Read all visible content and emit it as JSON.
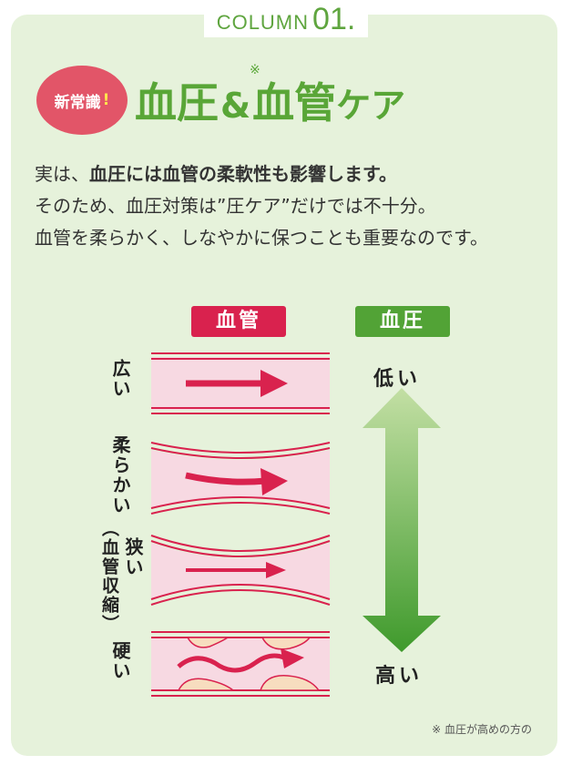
{
  "header": {
    "label": "COLUMN",
    "number": "01."
  },
  "badge": {
    "text": "新常識",
    "excl": "!"
  },
  "title": {
    "part1": "血圧",
    "amp": "&",
    "part2": "血管",
    "part3": "ケア",
    "mark": "※"
  },
  "body": {
    "line1_pre": "実は、",
    "line1_bold": "血圧には血管の柔軟性も影響します。",
    "line2": "そのため、血圧対策は”圧ケア”だけでは不十分。",
    "line3": "血管を柔らかく、しなやかに保つことも重要なのです。"
  },
  "legend": {
    "vessel": "血管",
    "pressure": "血圧"
  },
  "vessel_labels": {
    "wide": "広い",
    "soft": "柔らかい",
    "narrow": "狭い",
    "narrow_note": "（血管収縮）",
    "hard": "硬い"
  },
  "pressure_labels": {
    "low": "低い",
    "high": "高い"
  },
  "footnote": "※ 血圧が高めの方の",
  "colors": {
    "background": "#e6f2db",
    "green": "#59a637",
    "red": "#d9224e",
    "vessel_fill": "#f7d9e2",
    "plaque": "#f7ddbf"
  }
}
